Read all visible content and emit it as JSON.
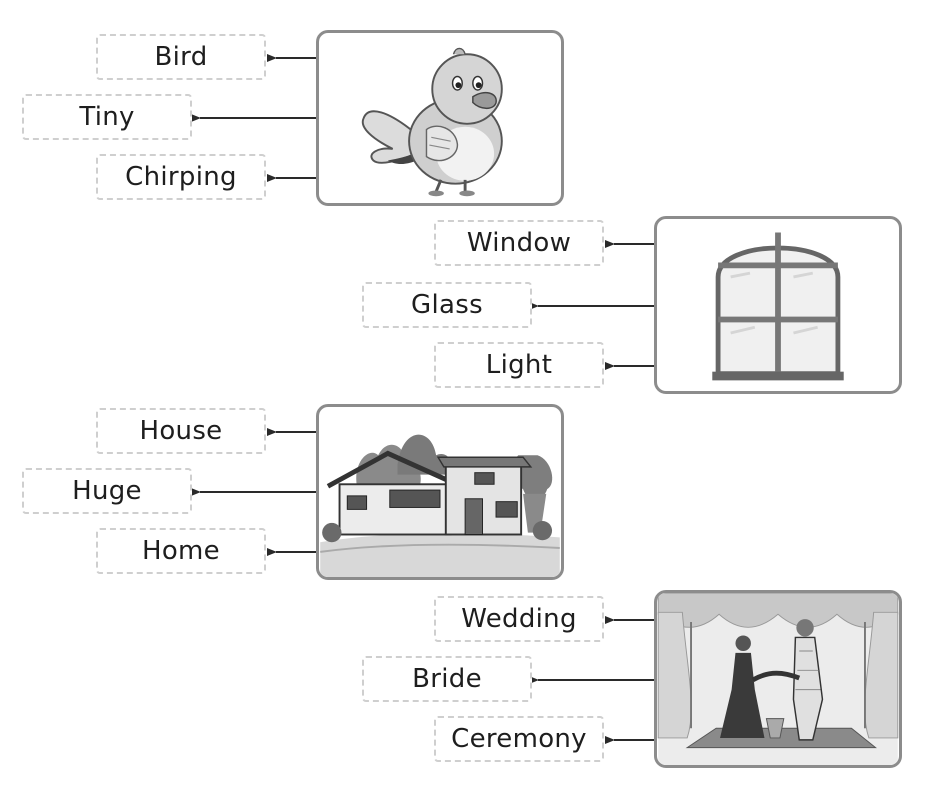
{
  "groups": [
    {
      "picture": "bird-picture",
      "words": [
        "Bird",
        "Tiny",
        "Chirping"
      ]
    },
    {
      "picture": "window-picture",
      "words": [
        "Window",
        "Glass",
        "Light"
      ]
    },
    {
      "picture": "house-picture",
      "words": [
        "House",
        "Huge",
        "Home"
      ]
    },
    {
      "picture": "wedding-picture",
      "words": [
        "Wedding",
        "Bride",
        "Ceremony"
      ]
    }
  ]
}
